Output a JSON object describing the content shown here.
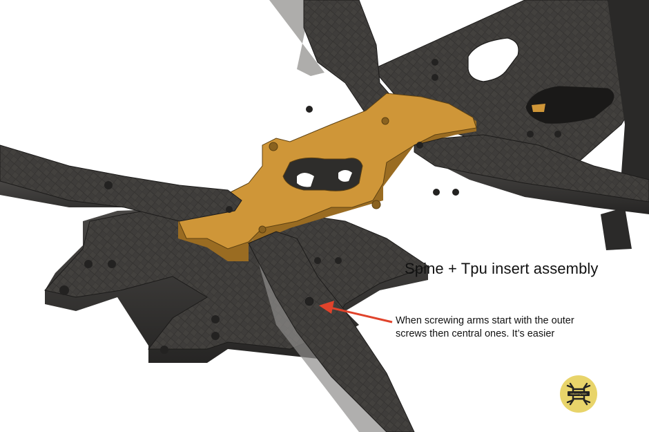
{
  "image": {
    "subject": "CAD render of carbon-fiber drone frame with orange TPU spine insert",
    "colors": {
      "background": "#ffffff",
      "carbon_top": "#3d3b39",
      "carbon_side": "#2a2928",
      "carbon_weave": "#2e2d2b",
      "tpu_insert": "#cf9638",
      "tpu_side": "#9a6c22",
      "arrow": "#e0432b",
      "logo_bg": "#e8d46a"
    }
  },
  "annotations": {
    "title": "Spine + Tpu insert assembly",
    "note_line1": "When screwing arms start with the outer",
    "note_line2": "screws then central ones. It’s easier"
  },
  "logo": {
    "text": "fatsonny.club",
    "icon": "quadcopter-frame-icon"
  }
}
